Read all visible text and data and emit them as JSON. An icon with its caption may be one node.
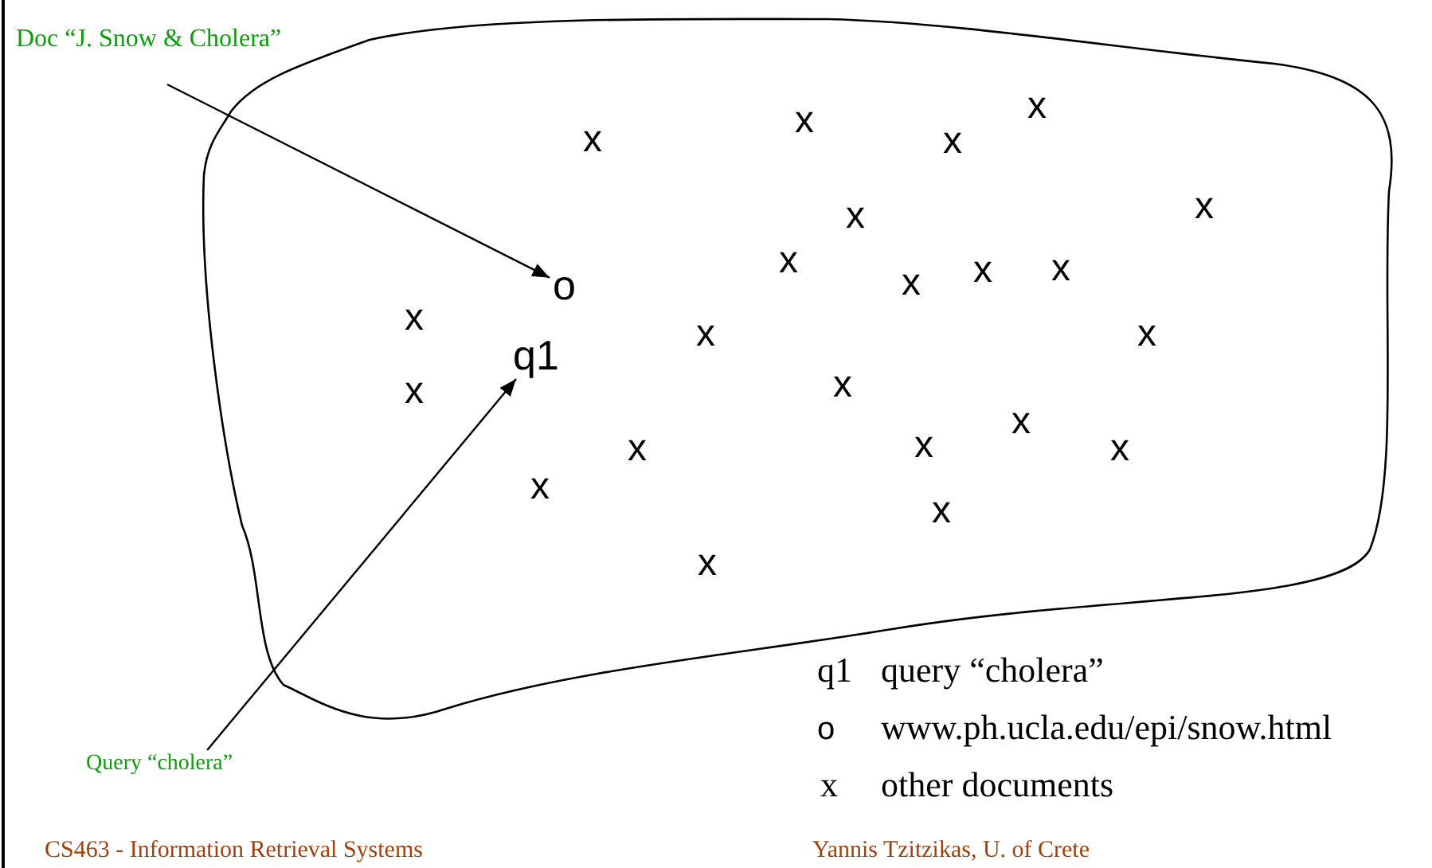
{
  "diagram": {
    "nodes": [
      {
        "text": [
          "Doc “J. Snow & Cholera”"
        ]
      },
      {
        "text": [
          "o"
        ]
      },
      {
        "text": [
          "Query “cholera”"
        ]
      },
      {
        "text": [
          "q1"
        ]
      }
    ],
    "edges": [
      {
        "from": 0,
        "to": 1,
        "arrow": "to"
      },
      {
        "from": 2,
        "to": 3,
        "arrow": "to"
      }
    ],
    "labels": [
      "x",
      "x",
      "x",
      "x",
      "x",
      "x",
      "x",
      "x",
      "x",
      "x",
      "x",
      "x",
      "x",
      "x",
      "x",
      "x",
      "x",
      "x",
      "x",
      "x",
      "x",
      "x",
      "q1",
      "query “cholera”",
      "o",
      "www.ph.ucla.edu/epi/snow.html",
      "x",
      "other documents",
      "CS463 - Information Retrieval Systems",
      "Yannis Tzitzikas, U. of Crete"
    ]
  }
}
